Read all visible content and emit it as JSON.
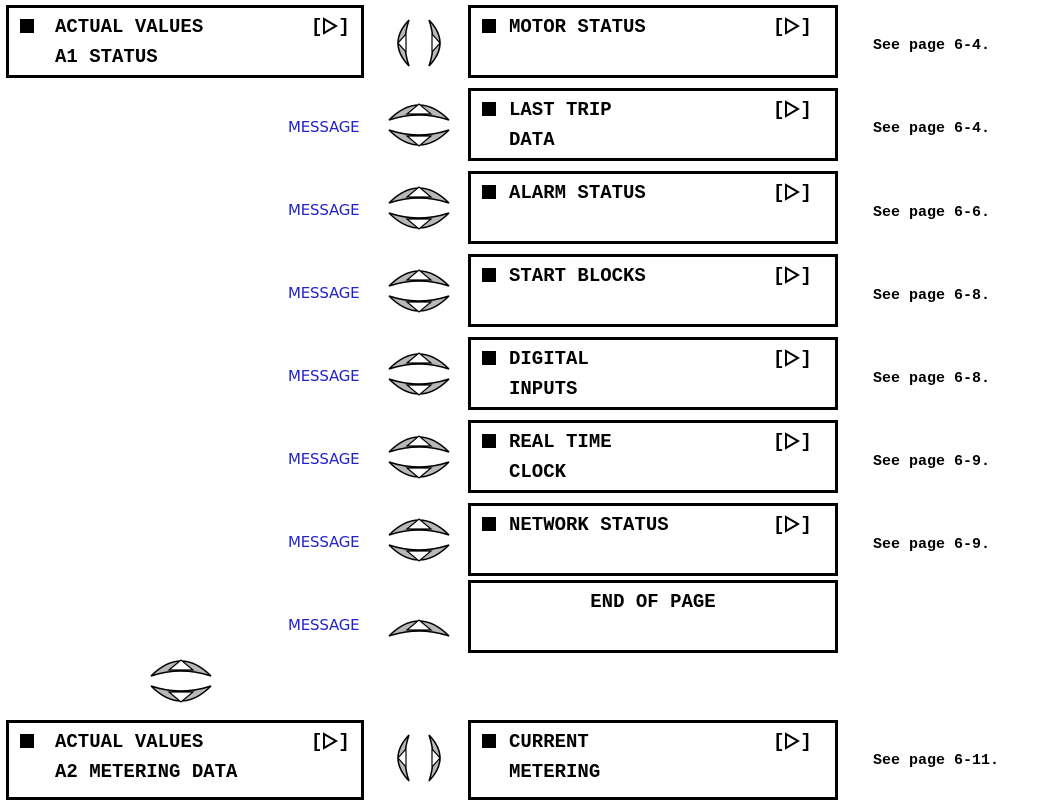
{
  "blocks": [
    {
      "page": {
        "line1": "ACTUAL VALUES",
        "line2": "A1 STATUS",
        "arrow": "[▷]"
      },
      "items": [
        {
          "line1": "MOTOR STATUS",
          "line2": "",
          "arrow": "[▷]",
          "ref": "See page 6-4."
        },
        {
          "line1": "LAST TRIP",
          "line2": "DATA",
          "arrow": "[▷]",
          "ref": "See page 6-4."
        },
        {
          "line1": "ALARM STATUS",
          "line2": "",
          "arrow": "[▷]",
          "ref": "See page 6-6."
        },
        {
          "line1": "START BLOCKS",
          "line2": "",
          "arrow": "[▷]",
          "ref": "See page 6-8."
        },
        {
          "line1": "DIGITAL",
          "line2": "INPUTS",
          "arrow": "[▷]",
          "ref": "See page 6-8."
        },
        {
          "line1": "REAL TIME",
          "line2": "CLOCK",
          "arrow": "[▷]",
          "ref": "See page 6-9."
        },
        {
          "line1": "NETWORK STATUS",
          "line2": "",
          "arrow": "[▷]",
          "ref": "See page 6-9."
        }
      ],
      "end": "END OF PAGE",
      "message_label": "MESSAGE"
    },
    {
      "page": {
        "line1": "ACTUAL VALUES",
        "line2": "A2 METERING DATA",
        "arrow": "[▷]"
      },
      "items": [
        {
          "line1": "CURRENT",
          "line2": "METERING",
          "arrow": "[▷]",
          "ref": "See page 6-11."
        }
      ]
    }
  ],
  "icons": {
    "left_right_keys": "left-right-arrow-keys",
    "up_down_keys": "up-down-arrow-keys",
    "up_key": "up-arrow-key",
    "page_bullet": "filled-square"
  }
}
